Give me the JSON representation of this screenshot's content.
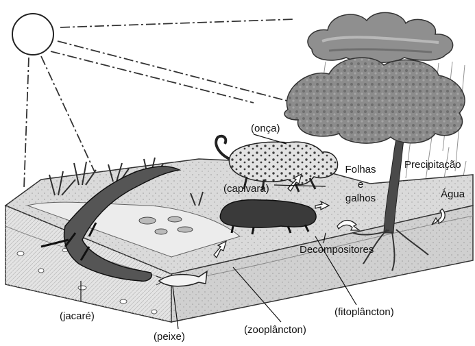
{
  "labels": {
    "onca": "(onça)",
    "capivara": "(capivara)",
    "folhas": "Folhas",
    "e": "e",
    "galhos": "galhos",
    "precipitacao": "Precipitação",
    "agua": "Água",
    "decompositores": "Decompositores",
    "jacare": "(jacaré)",
    "peixe": "(peixe)",
    "zooplancton": "(zooplâncton)",
    "fitoplancton": "(fitoplâncton)"
  }
}
